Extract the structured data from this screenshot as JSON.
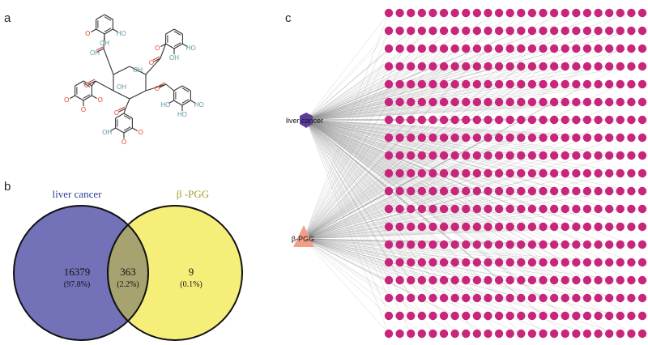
{
  "panels": {
    "a": {
      "letter": "a"
    },
    "b": {
      "letter": "b"
    },
    "c": {
      "letter": "c"
    }
  },
  "structure": {
    "atom_labels": [
      "OH",
      "HO",
      "OH",
      "O",
      "O",
      "HO",
      "OH",
      "O",
      "O",
      "O",
      "O",
      "O",
      "O",
      "HO",
      "HO",
      "HO",
      "O",
      "O",
      "O",
      "OH",
      "OH",
      "OH",
      "O",
      "O",
      "O",
      "HO",
      "OH",
      "OH",
      "OH"
    ],
    "atom_colors": {
      "oxygen": "#e53b2b",
      "hydrogen": "#5a9aa0",
      "bond": "#333333"
    }
  },
  "venn": {
    "left_set": "liver cancer",
    "right_set": "β -PGG",
    "left_only_count": "16379",
    "left_only_pct": "(97.8%)",
    "overlap_count": "363",
    "overlap_pct": "(2.2%)",
    "right_only_count": "9",
    "right_only_pct": "(0.1%)",
    "colors": {
      "left": "#7371b8",
      "right": "#f5ef7a",
      "overlap": "#a6a370",
      "left_label": "#2c3e99",
      "right_label": "#a89a2e"
    }
  },
  "network": {
    "hub_nodes": [
      "liver cancer",
      "β-PGG"
    ],
    "target_node_rows": 19,
    "target_node_cols": 24,
    "colors": {
      "target": "#c8267a",
      "liver": "#5a3e9a",
      "pgg": "#f0a08a",
      "edge": "#8a8a8a"
    }
  }
}
